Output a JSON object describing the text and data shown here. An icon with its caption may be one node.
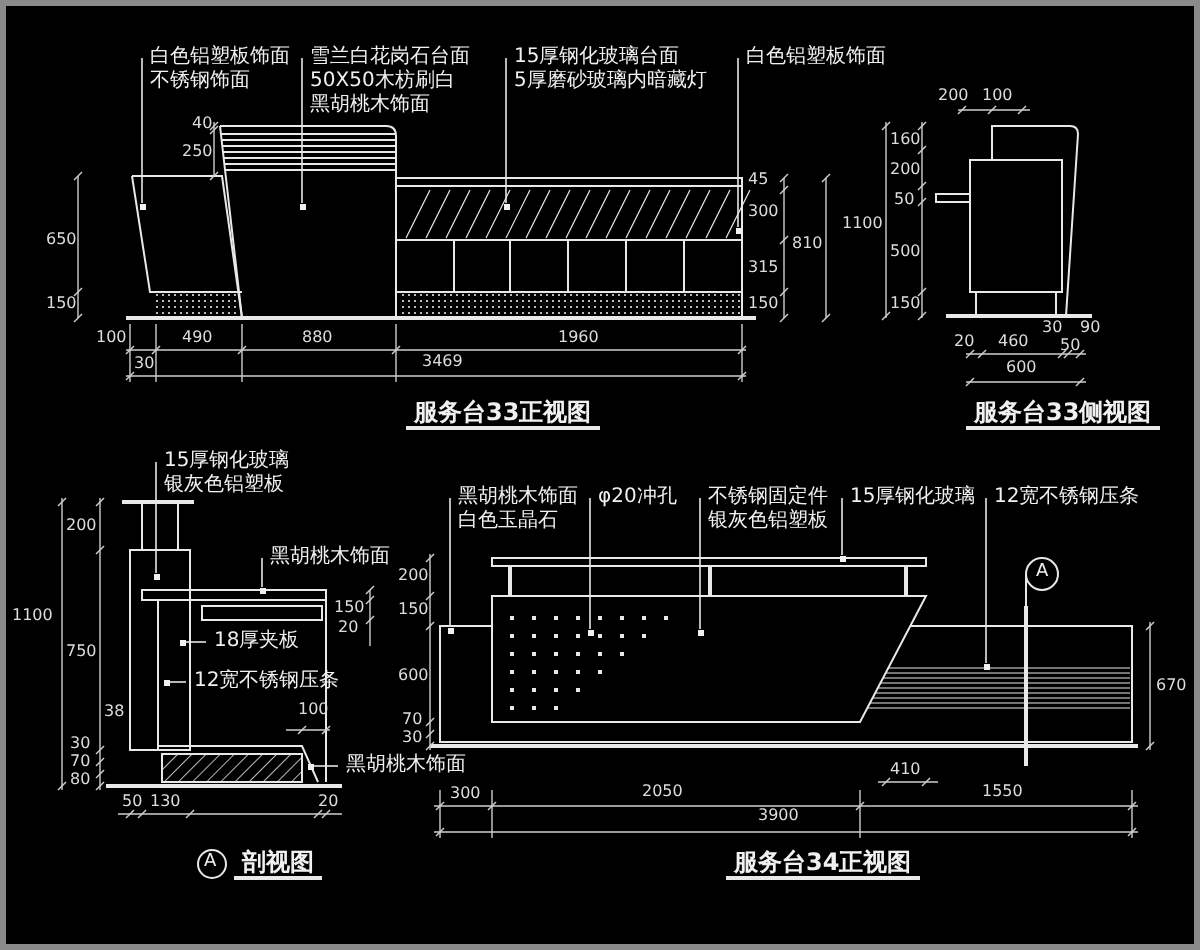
{
  "diagram": {
    "nodes": [
      {
        "text": [
          "白色铝塑板饰面",
          "不锈钢饰面"
        ]
      },
      {
        "text": [
          "雪兰白花岗石台面",
          "50X50木枋刷白",
          "黑胡桃木饰面"
        ]
      },
      {
        "text": [
          "15厚钢化玻璃台面",
          "5厚磨砂玻璃内暗藏灯"
        ]
      },
      {
        "text": [
          "白色铝塑板饰面"
        ]
      },
      {
        "text": [
          "15厚钢化玻璃",
          "银灰色铝塑板"
        ]
      },
      {
        "text": [
          "黑胡桃木饰面"
        ]
      },
      {
        "text": [
          "18厚夹板"
        ]
      },
      {
        "text": [
          "12宽不锈钢压条"
        ]
      },
      {
        "text": [
          "黑胡桃木饰面"
        ]
      },
      {
        "text": [
          "黑胡桃木饰面",
          "白色玉晶石"
        ]
      },
      {
        "text": [
          "φ20冲孔"
        ]
      },
      {
        "text": [
          "不锈钢固定件",
          "银灰色铝塑板"
        ]
      },
      {
        "text": [
          "15厚钢化玻璃"
        ]
      },
      {
        "text": [
          "12宽不锈钢压条"
        ]
      },
      {
        "text": [],
        "shape": "dot"
      },
      {
        "text": [],
        "shape": "dot"
      },
      {
        "text": [],
        "shape": "dot"
      },
      {
        "text": [],
        "shape": "dot"
      },
      {
        "text": [],
        "shape": "dot"
      },
      {
        "text": [],
        "shape": "dot"
      },
      {
        "text": [],
        "shape": "dot"
      },
      {
        "text": [],
        "shape": "dot"
      },
      {
        "text": [],
        "shape": "dot"
      },
      {
        "text": [],
        "shape": "dot"
      },
      {
        "text": [],
        "shape": "dot"
      },
      {
        "text": [],
        "shape": "dot"
      },
      {
        "text": [],
        "shape": "dot"
      },
      {
        "text": [],
        "shape": "dot"
      }
    ],
    "edges": [
      {
        "from": 0,
        "to": 14,
        "arrow": "none"
      },
      {
        "from": 1,
        "to": 15,
        "arrow": "none"
      },
      {
        "from": 2,
        "to": 16,
        "arrow": "none"
      },
      {
        "from": 3,
        "to": 17,
        "arrow": "none"
      },
      {
        "from": 4,
        "to": 18,
        "arrow": "none"
      },
      {
        "from": 5,
        "to": 19,
        "arrow": "none"
      },
      {
        "from": 6,
        "to": 20,
        "arrow": "none"
      },
      {
        "from": 7,
        "to": 21,
        "arrow": "none"
      },
      {
        "from": 8,
        "to": 22,
        "arrow": "none"
      },
      {
        "from": 9,
        "to": 23,
        "arrow": "none"
      },
      {
        "from": 10,
        "to": 24,
        "arrow": "none"
      },
      {
        "from": 11,
        "to": 25,
        "arrow": "none"
      },
      {
        "from": 12,
        "to": 26,
        "arrow": "none"
      },
      {
        "from": 13,
        "to": 27,
        "arrow": "none"
      }
    ],
    "labels": [
      "40",
      "250",
      "650",
      "150",
      "45",
      "300",
      "315",
      "150",
      "810",
      "100",
      "490",
      "880",
      "1960",
      "30",
      "3469",
      "服务台33正视图",
      "200",
      "100",
      "160",
      "200",
      "50",
      "1100",
      "500",
      "150",
      "20",
      "460",
      "30",
      "50",
      "90",
      "600",
      "服务台33侧视图",
      "200",
      "1100",
      "750",
      "38",
      "30",
      "70",
      "80",
      "150",
      "20",
      "100",
      "50",
      "130",
      "20",
      "A",
      "剖视图",
      "200",
      "A",
      "150",
      "600",
      "70",
      "30",
      "670",
      "410",
      "300",
      "2050",
      "1550",
      "3900",
      "服务台34正视图"
    ]
  }
}
